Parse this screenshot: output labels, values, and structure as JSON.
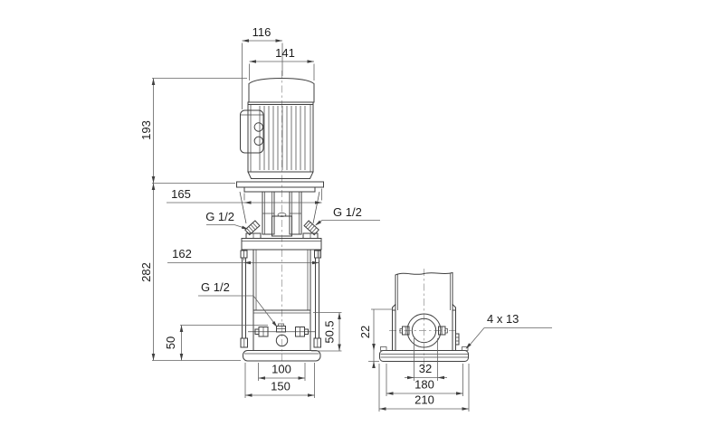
{
  "drawing": {
    "kind": "technical-dimension-drawing",
    "subject": "Vertical multistage centrifugal pump — dimensional sketch, front and side views",
    "units": "mm",
    "colors": {
      "line": "#3f3f3f",
      "dimension": "#636363",
      "text": "#1c1c1c",
      "background": "#ffffff"
    },
    "front_view": {
      "dims": {
        "terminal_box_width": "116",
        "fan_cover_width": "141",
        "motor_height": "193",
        "motor_flange_width": "165",
        "port_top_left": "G 1/2",
        "port_top_right": "G 1/2",
        "pump_height": "282",
        "flange_width": "162",
        "drain_port": "G 1/2",
        "drain_to_base": "50",
        "port_to_base": "50.5",
        "foot_hole_span": "100",
        "base_width": "150"
      }
    },
    "side_view": {
      "dims": {
        "base_height": "22",
        "port_bore": "32",
        "bolt_hole_span": "180",
        "base_depth": "210",
        "mounting_holes": "4 x 13"
      }
    }
  }
}
